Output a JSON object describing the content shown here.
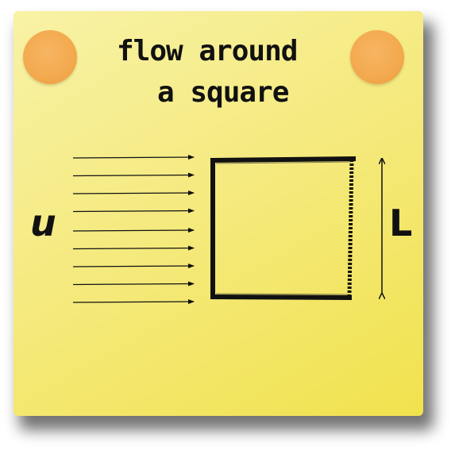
{
  "title": {
    "line1": "flow around",
    "line2": "a square"
  },
  "labels": {
    "velocity": "u",
    "length": "L"
  },
  "colors": {
    "note": "#f5ea80",
    "pin": "#f3a94e",
    "ink": "#111111"
  },
  "diagram": {
    "flow_arrow_count": 9
  }
}
